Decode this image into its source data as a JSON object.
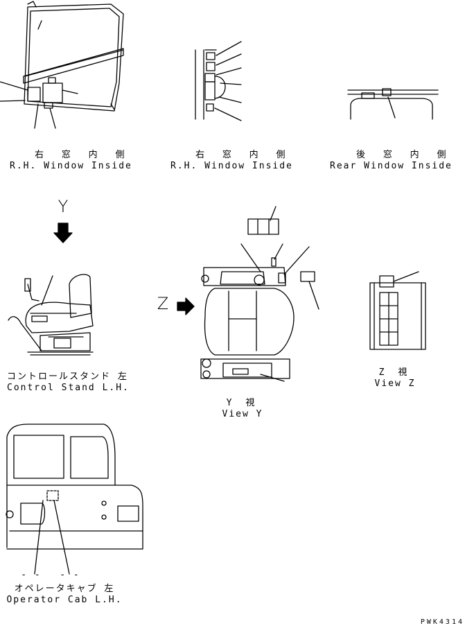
{
  "views": {
    "rh_window_inside_1": {
      "label_jp": "右 窓 内 側",
      "label_en": "R.H. Window Inside"
    },
    "rh_window_inside_2": {
      "label_jp": "右 窓 内 側",
      "label_en": "R.H. Window Inside"
    },
    "rear_window_inside": {
      "label_jp": "後 窓 内 側",
      "label_en": "Rear Window Inside"
    },
    "control_stand": {
      "label_jp": "コントロールスタンド 左",
      "label_en": "Control Stand L.H."
    },
    "view_y": {
      "arrow_letter": "Y",
      "label_jp": "Y 視",
      "label_en": "View Y"
    },
    "view_z": {
      "arrow_letter": "Z",
      "label_jp": "Z 視",
      "label_en": "View Z"
    },
    "operator_cab": {
      "label_jp": "オペレータキャブ 左",
      "label_en": "Operator Cab L.H.",
      "dashes_1": "- -",
      "dashes_2": "- -"
    }
  },
  "drawing_code": "PWK4314"
}
